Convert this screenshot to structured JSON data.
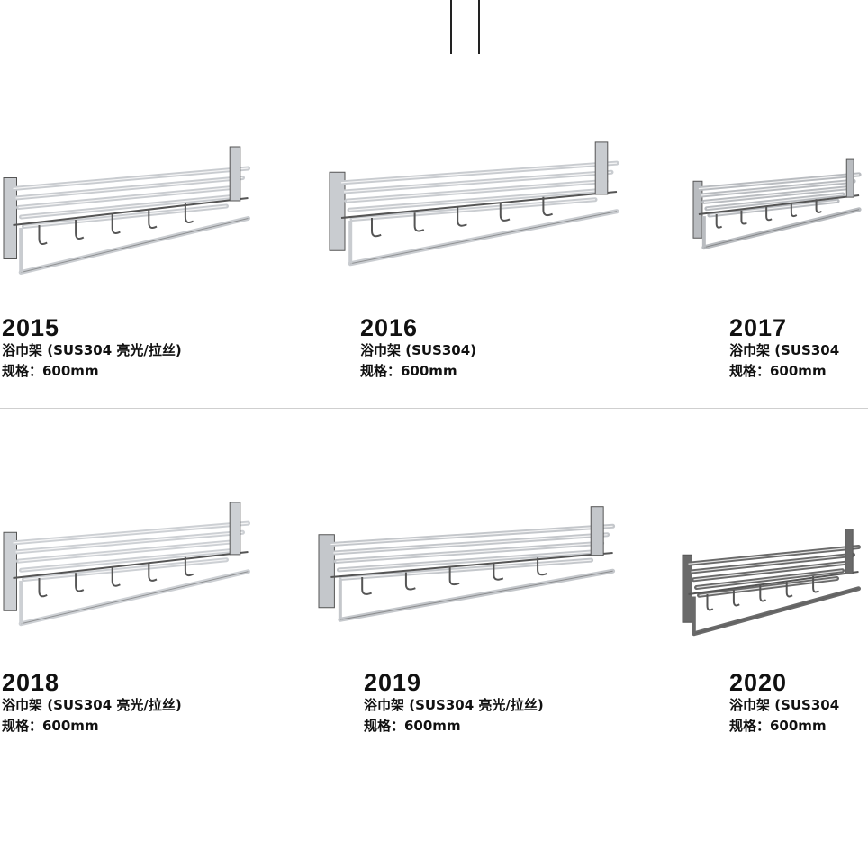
{
  "products": [
    {
      "code": "2015",
      "name": "浴巾架 (SUS304 亮光/拉丝)",
      "spec": "规格：600mm",
      "finish_color": "#c9ccd0"
    },
    {
      "code": "2016",
      "name": "浴巾架 (SUS304)",
      "spec": "规格：600mm",
      "finish_color": "#c9ccd0"
    },
    {
      "code": "2017",
      "name": "浴巾架 (SUS304",
      "spec": "规格：600mm",
      "finish_color": "#b9bcc0"
    },
    {
      "code": "2018",
      "name": "浴巾架 (SUS304 亮光/拉丝)",
      "spec": "规格：600mm",
      "finish_color": "#cdd0d4"
    },
    {
      "code": "2019",
      "name": "浴巾架 (SUS304 亮光/拉丝)",
      "spec": "规格：600mm",
      "finish_color": "#c4c7cb"
    },
    {
      "code": "2020",
      "name": "浴巾架 (SUS304",
      "spec": "规格：600mm",
      "finish_color": "#6a6a6a"
    }
  ]
}
